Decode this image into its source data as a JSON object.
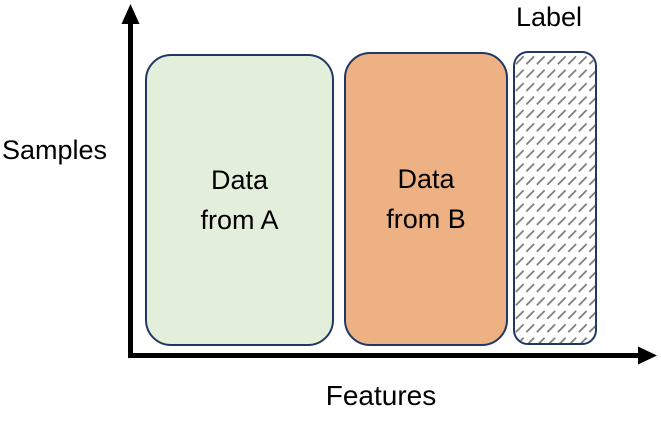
{
  "figure": {
    "y_axis_label": "Samples",
    "x_axis_label": "Features",
    "annotation": "Label",
    "boxes": [
      {
        "id": "data-from-a",
        "label": "Data\nfrom A",
        "fill": "#E3EFDB",
        "border": "#1F3864",
        "pattern": "solid"
      },
      {
        "id": "data-from-b",
        "label": "Data\nfrom B",
        "fill": "#EDB184",
        "border": "#1F3864",
        "pattern": "solid"
      },
      {
        "id": "label-column",
        "label": "",
        "fill": "#FFFFFF",
        "border": "#1F3864",
        "pattern": "diagonal-hatch",
        "hatch_color": "#7F7F7F"
      }
    ],
    "colors": {
      "axis": "#000000",
      "text": "#000000",
      "box_border": "#1F3864"
    }
  }
}
